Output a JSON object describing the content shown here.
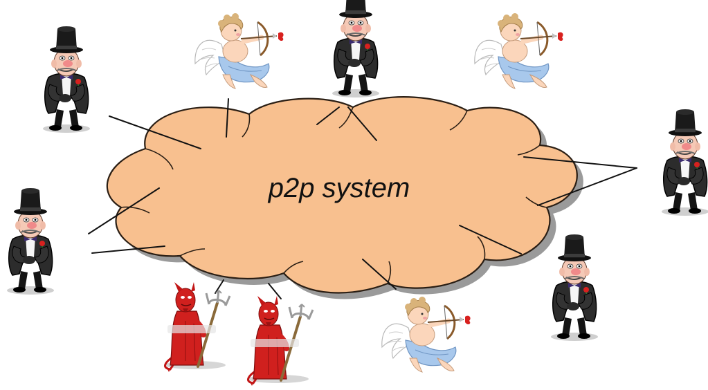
{
  "diagram": {
    "center_label": "p2p system",
    "colors": {
      "cloud_fill": "#f8c08f",
      "cloud_stroke": "#2a1e14",
      "cloud_shadow": "#9a9a9a",
      "link": "#111111"
    },
    "nodes": [
      {
        "id": "peer-1",
        "kind": "gentleman-icon"
      },
      {
        "id": "peer-2",
        "kind": "cupid-icon"
      },
      {
        "id": "peer-3",
        "kind": "gentleman-icon"
      },
      {
        "id": "peer-4",
        "kind": "cupid-icon"
      },
      {
        "id": "peer-5",
        "kind": "gentleman-icon"
      },
      {
        "id": "peer-6",
        "kind": "gentleman-icon"
      },
      {
        "id": "peer-7",
        "kind": "gentleman-icon"
      },
      {
        "id": "peer-8",
        "kind": "devil-icon"
      },
      {
        "id": "peer-9",
        "kind": "devil-icon"
      },
      {
        "id": "peer-10",
        "kind": "cupid-icon"
      }
    ]
  }
}
